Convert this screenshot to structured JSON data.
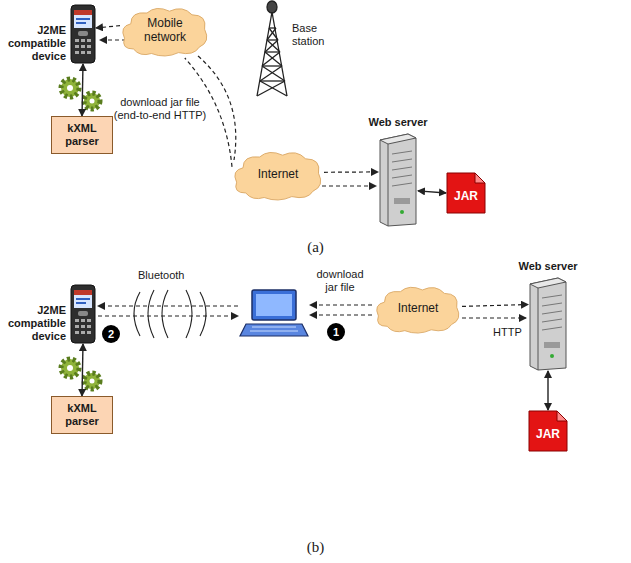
{
  "diagram": {
    "nodes": [
      {
        "text": [
          "J2ME compatible device"
        ]
      },
      {
        "text": [
          "kXML parser"
        ]
      },
      {
        "text": [
          "Mobile network"
        ]
      },
      {
        "text": [
          "Internet"
        ]
      },
      {
        "text": [
          "Web server"
        ]
      },
      {
        "text": [
          "JAR"
        ]
      },
      {
        "text": [
          "J2ME compatible device"
        ]
      },
      {
        "text": [
          "kXML parser"
        ]
      },
      {
        "text": [
          "Internet"
        ]
      },
      {
        "text": [
          "Web server"
        ]
      },
      {
        "text": [
          "JAR"
        ]
      }
    ],
    "edges": [
      {
        "from": 1,
        "to": 0,
        "arrow": "both"
      },
      {
        "from": 2,
        "to": 0,
        "arrow": "to"
      },
      {
        "from": 3,
        "to": 2,
        "label": "download jar file (end-to-end HTTP)",
        "arrow": "none"
      },
      {
        "from": 3,
        "to": 4,
        "arrow": "to"
      },
      {
        "from": 4,
        "to": 5,
        "arrow": "both"
      },
      {
        "from": 7,
        "to": 6,
        "arrow": "both"
      },
      {
        "from": 8,
        "to": 9,
        "arrow": "to"
      },
      {
        "from": 9,
        "to": 10,
        "arrow": "both"
      }
    ],
    "labels": [
      "Base station",
      "(a)",
      "Bluetooth",
      "download jar file",
      "HTTP",
      "1",
      "2",
      "(b)"
    ]
  }
}
